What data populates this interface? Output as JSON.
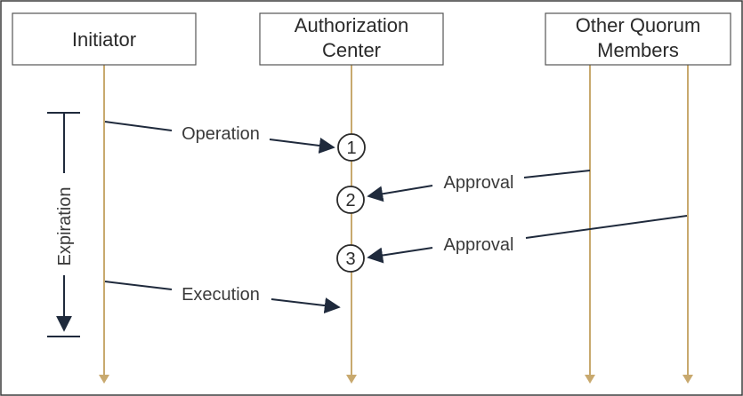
{
  "actors": {
    "initiator": {
      "lines": [
        "Initiator"
      ]
    },
    "auth_center": {
      "lines": [
        "Authorization",
        "Center"
      ]
    },
    "quorum": {
      "lines": [
        "Other Quorum",
        "Members"
      ]
    }
  },
  "messages": {
    "operation": "Operation",
    "approval_1": "Approval",
    "approval_2": "Approval",
    "execution": "Execution"
  },
  "steps": [
    "1",
    "2",
    "3"
  ],
  "expiration_label": "Expiration",
  "colors": {
    "lifeline": "#c8a96e",
    "arrow": "#1f2a3c",
    "box_border": "#555555",
    "frame": "#3a3a3a"
  }
}
